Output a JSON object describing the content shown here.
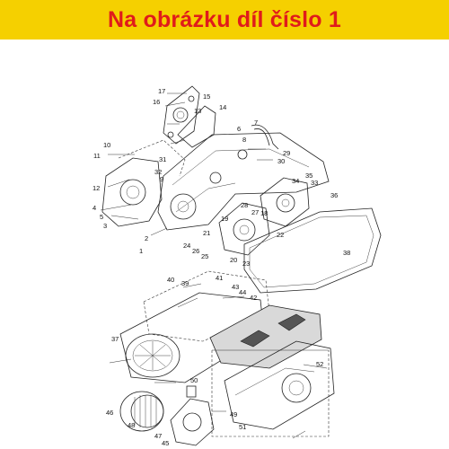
{
  "banner": {
    "title": "Na obrázku díl číslo 1",
    "background_color": "#f5d000",
    "text_color": "#e01b1b"
  },
  "callouts": [
    "1",
    "2",
    "3",
    "4",
    "5",
    "6",
    "7",
    "8",
    "9",
    "10",
    "11",
    "12",
    "13",
    "14",
    "15",
    "16",
    "17",
    "18",
    "19",
    "20",
    "21",
    "22",
    "23",
    "24",
    "25",
    "26",
    "27",
    "28",
    "29",
    "30",
    "31",
    "32",
    "33",
    "34",
    "35",
    "36",
    "37",
    "38",
    "39",
    "40",
    "41",
    "42",
    "43",
    "44",
    "45",
    "46",
    "47",
    "48",
    "49",
    "50",
    "51",
    "52"
  ]
}
